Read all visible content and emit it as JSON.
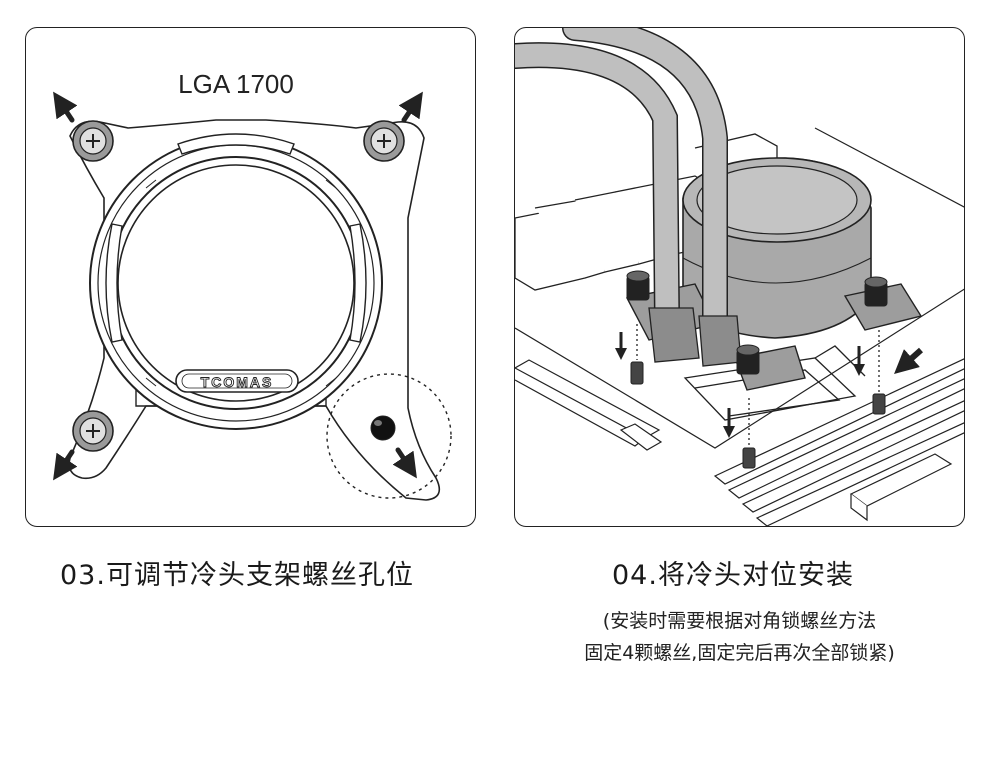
{
  "step3": {
    "socket_label": "LGA 1700",
    "brand": "TCOMAS",
    "caption": "03.可调节冷头支架螺丝孔位"
  },
  "step4": {
    "caption": "04.将冷头对位安装",
    "note_line1": "(安装时需要根据对角锁螺丝方法",
    "note_line2": "固定4颗螺丝,固定完后再次全部锁紧)"
  }
}
